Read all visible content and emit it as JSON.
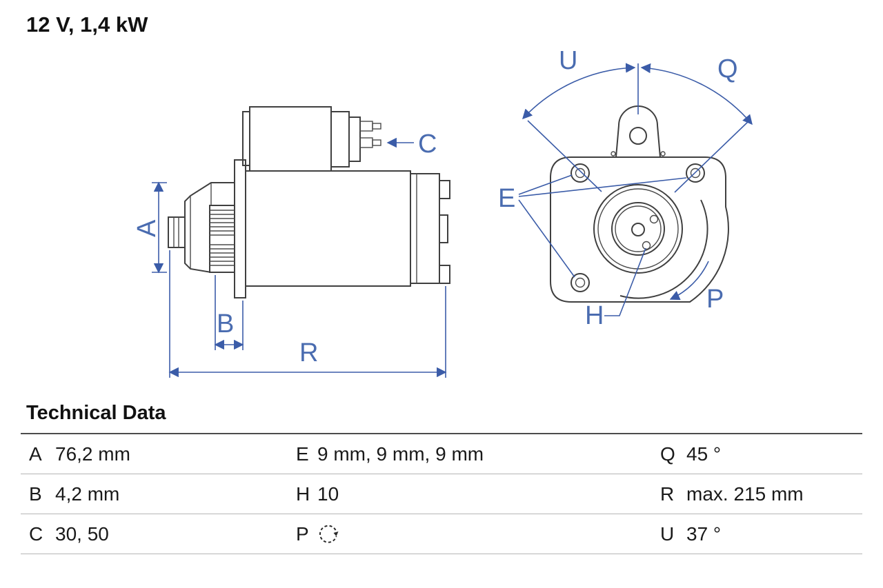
{
  "title": "12 V, 1,4 kW",
  "diagram": {
    "labels": {
      "A": "A",
      "B": "B",
      "C": "C",
      "R": "R",
      "U": "U",
      "Q": "Q",
      "E": "E",
      "H": "H",
      "P": "P"
    }
  },
  "technical_data": {
    "heading": "Technical Data",
    "rows": [
      [
        {
          "key": "A",
          "value": "76,2 mm"
        },
        {
          "key": "E",
          "value": "9 mm, 9 mm, 9 mm"
        },
        {
          "key": "Q",
          "value": "45 °"
        }
      ],
      [
        {
          "key": "B",
          "value": "4,2 mm"
        },
        {
          "key": "H",
          "value": "10"
        },
        {
          "key": "R",
          "value": "max. 215 mm"
        }
      ],
      [
        {
          "key": "C",
          "value": "30, 50"
        },
        {
          "key": "P",
          "value": "",
          "icon": "rotation-direction-icon"
        },
        {
          "key": "U",
          "value": "37 °"
        }
      ]
    ]
  },
  "colors": {
    "dimension_blue": "#3b5ca8",
    "outline": "#3f3f3f"
  }
}
